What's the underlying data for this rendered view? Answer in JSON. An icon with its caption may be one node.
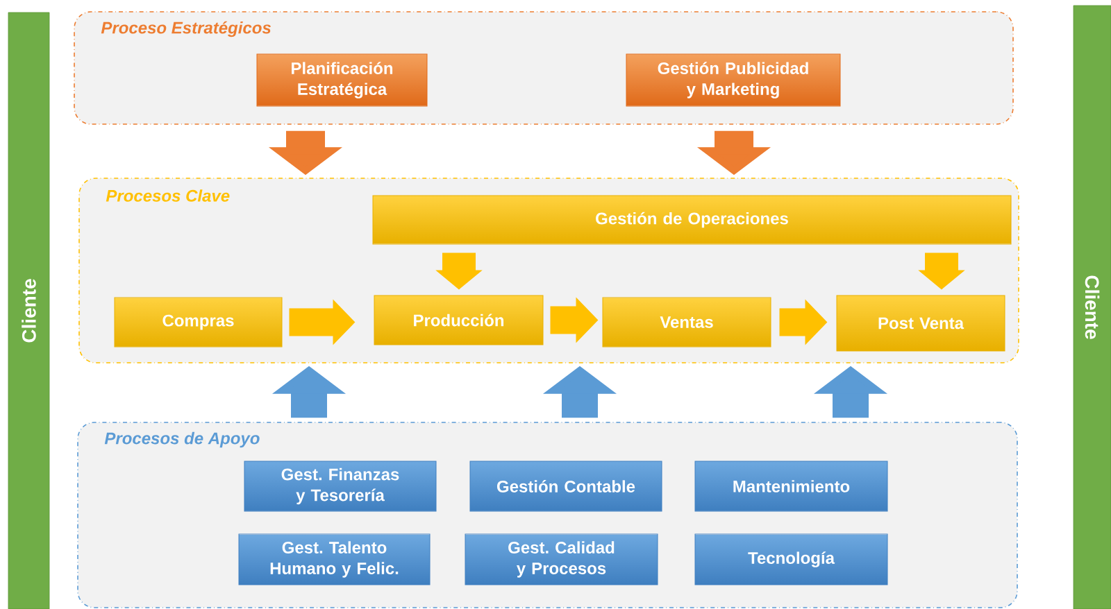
{
  "diagram": {
    "nodes": [
      {
        "text": [
          "Cliente"
        ]
      },
      {
        "text": [
          "Cliente"
        ]
      },
      {
        "text": [
          "Proceso Estratégicos"
        ]
      },
      {
        "text": [
          "Planificación Estratégica"
        ],
        "in": 2
      },
      {
        "text": [
          "Gestión Publicidad y Marketing"
        ],
        "in": 2
      },
      {
        "text": [
          "Procesos Clave"
        ]
      },
      {
        "text": [
          "Gestión de Operaciones"
        ],
        "in": 5
      },
      {
        "text": [
          "Compras"
        ],
        "in": 5
      },
      {
        "text": [
          "Producción"
        ],
        "in": 5
      },
      {
        "text": [
          "Ventas"
        ],
        "in": 5
      },
      {
        "text": [
          "Post Venta"
        ],
        "in": 5
      },
      {
        "text": [
          "Procesos de Apoyo"
        ]
      },
      {
        "text": [
          "Gest. Finanzas y Tesorería"
        ],
        "in": 11
      },
      {
        "text": [
          "Gestión Contable"
        ],
        "in": 11
      },
      {
        "text": [
          "Mantenimiento"
        ],
        "in": 11
      },
      {
        "text": [
          "Gest. Talento Humano y Felic."
        ],
        "in": 11
      },
      {
        "text": [
          "Gest. Calidad y Procesos"
        ],
        "in": 11
      },
      {
        "text": [
          "Tecnología"
        ],
        "in": 11
      }
    ],
    "edges": [
      {
        "from": 2,
        "to": 5,
        "arrow": "to",
        "color": "#ed7d31"
      },
      {
        "from": 2,
        "to": 5,
        "arrow": "to",
        "color": "#ed7d31"
      },
      {
        "from": 6,
        "to": 8,
        "arrow": "to"
      },
      {
        "from": 6,
        "to": 10,
        "arrow": "to"
      },
      {
        "from": 7,
        "to": 8,
        "arrow": "to"
      },
      {
        "from": 8,
        "to": 9,
        "arrow": "to"
      },
      {
        "from": 9,
        "to": 10,
        "arrow": "to"
      },
      {
        "from": 11,
        "to": 5,
        "arrow": "to",
        "color": "#5b9bd5"
      },
      {
        "from": 11,
        "to": 5,
        "arrow": "to",
        "color": "#5b9bd5"
      },
      {
        "from": 11,
        "to": 5,
        "arrow": "to",
        "color": "#5b9bd5"
      }
    ]
  }
}
